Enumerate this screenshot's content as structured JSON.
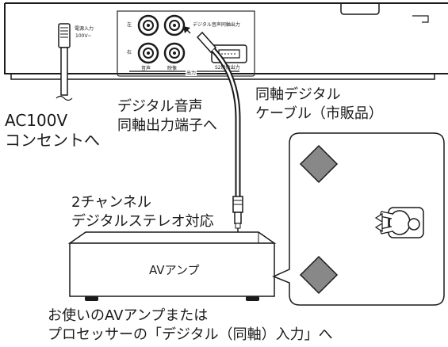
{
  "device_panel": {
    "power_label": "電源入力",
    "power_voltage": "100V~",
    "audio_left": "左",
    "audio_right": "右",
    "audio_label": "音声",
    "video_label": "映像",
    "coax_label": "デジタル音声同軸出力",
    "svideo_label": "S2映像出力",
    "output_label": "出力"
  },
  "labels": {
    "outlet": [
      "AC100V",
      "コンセントへ"
    ],
    "coax_terminal": [
      "デジタル音声",
      "同軸出力端子へ"
    ],
    "coax_cable": [
      "同軸デジタル",
      "ケーブル（市販品）"
    ],
    "stereo": [
      "2チャンネル",
      "デジタルステレオ対応"
    ],
    "amplifier": "AVアンプ",
    "bottom": [
      "お使いのAVアンプまたは",
      "プロセッサーの「デジタル（同軸）入力」へ"
    ]
  },
  "colors": {
    "line": "#1a1a1a",
    "speaker": "#888888",
    "panel_outline": "#333333"
  }
}
